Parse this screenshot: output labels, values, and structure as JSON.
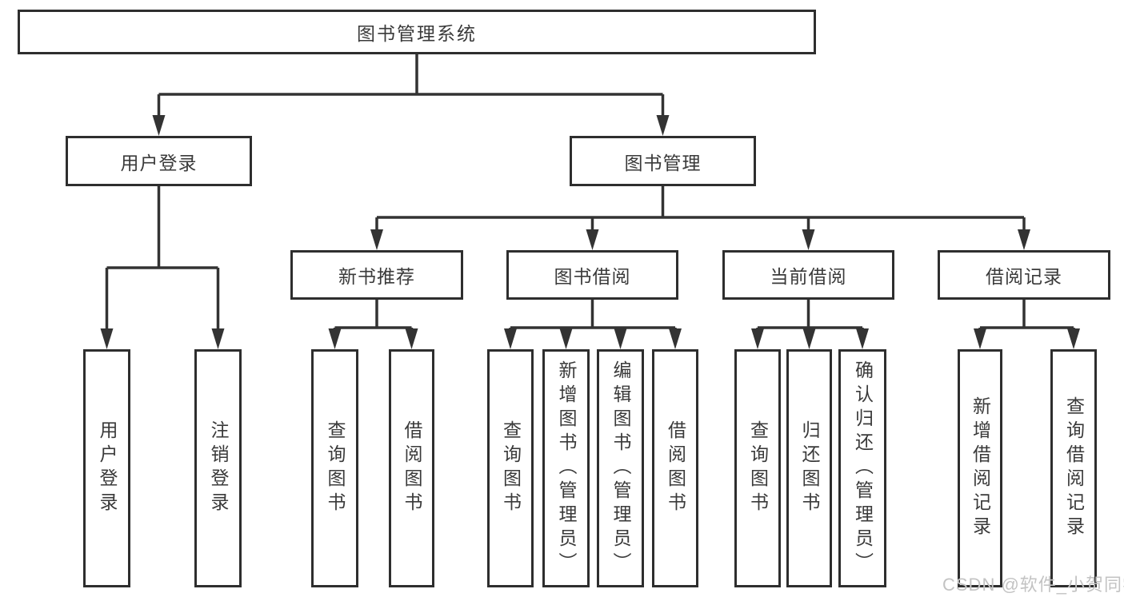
{
  "diagram_title": "图书管理系统",
  "nodes": {
    "root": "图书管理系统",
    "user_login": "用户登录",
    "book_mgmt": "图书管理",
    "new_book_rec": "新书推荐",
    "book_borrow": "图书借阅",
    "current_borrow": "当前借阅",
    "borrow_records": "借阅记录",
    "login": "用户登录",
    "logout": "注销登录",
    "rec_query_book": "查询图书",
    "rec_borrow_book": "借阅图书",
    "bor_query_book": "查询图书",
    "bor_add_book": "新增图书（管理员）",
    "bor_edit_book": "编辑图书（管理员）",
    "bor_borrow_book": "借阅图书",
    "cur_query_book": "查询图书",
    "cur_return_book": "归还图书",
    "cur_confirm_return": "确认归还（管理员）",
    "recs_add_record": "新增借阅记录",
    "recs_query_record": "查询借阅记录"
  },
  "edges": [
    {
      "parent": "图书管理系统",
      "children": [
        "用户登录",
        "图书管理"
      ]
    },
    {
      "parent": "用户登录",
      "children": [
        "用户登录",
        "注销登录"
      ]
    },
    {
      "parent": "图书管理",
      "children": [
        "新书推荐",
        "图书借阅",
        "当前借阅",
        "借阅记录"
      ]
    },
    {
      "parent": "新书推荐",
      "children": [
        "查询图书",
        "借阅图书"
      ]
    },
    {
      "parent": "图书借阅",
      "children": [
        "查询图书",
        "新增图书（管理员）",
        "编辑图书（管理员）",
        "借阅图书"
      ]
    },
    {
      "parent": "当前借阅",
      "children": [
        "查询图书",
        "归还图书",
        "确认归还（管理员）"
      ]
    },
    {
      "parent": "借阅记录",
      "children": [
        "新增借阅记录",
        "查询借阅记录"
      ]
    }
  ],
  "watermark": "CSDN @软件_小贺同学",
  "colors": {
    "line": "#333333",
    "box_border": "#2e2e2e",
    "text": "#3a3a3a",
    "background": "#ffffff",
    "watermark": "#c3c3c3"
  }
}
